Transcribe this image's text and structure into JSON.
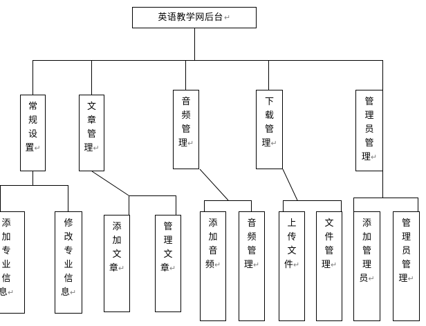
{
  "diagram": {
    "type": "organization-chart",
    "title": "英语教学网后台",
    "pilcrow": "↵",
    "root": {
      "label": "英语教学网后台",
      "chars": [
        "英",
        "语",
        "教",
        "学",
        "网",
        "后",
        "台"
      ]
    },
    "level2": [
      {
        "id": "general-settings",
        "label": "常规设置",
        "chars": [
          "常",
          "规",
          "设",
          "置"
        ]
      },
      {
        "id": "article-manage",
        "label": "文章管理",
        "chars": [
          "文",
          "章",
          "管",
          "理"
        ]
      },
      {
        "id": "audio-manage",
        "label": "音频管理",
        "chars": [
          "音",
          "频",
          "管",
          "理"
        ]
      },
      {
        "id": "download-manage",
        "label": "下载管理",
        "chars": [
          "下",
          "载",
          "管",
          "理"
        ]
      },
      {
        "id": "admin-manage",
        "label": "管理员管理",
        "chars": [
          "管",
          "理",
          "员",
          "管",
          "理"
        ]
      }
    ],
    "level3": [
      {
        "id": "add-major-info",
        "parent": "general-settings",
        "label": "添加专业信息",
        "chars": [
          "添",
          "加",
          "专",
          "业",
          "信",
          "息"
        ]
      },
      {
        "id": "edit-major-info",
        "parent": "general-settings",
        "label": "修改专业信息",
        "chars": [
          "修",
          "改",
          "专",
          "业",
          "信",
          "息"
        ]
      },
      {
        "id": "add-article",
        "parent": "article-manage",
        "label": "添加文章",
        "chars": [
          "添",
          "加",
          "文",
          "章"
        ]
      },
      {
        "id": "manage-article",
        "parent": "article-manage",
        "label": "管理文章",
        "chars": [
          "管",
          "理",
          "文",
          "章"
        ]
      },
      {
        "id": "add-audio",
        "parent": "audio-manage",
        "label": "添加音频",
        "chars": [
          "添",
          "加",
          "音",
          "频"
        ]
      },
      {
        "id": "audio-manage-sub",
        "parent": "audio-manage",
        "label": "音频管理",
        "chars": [
          "音",
          "频",
          "管",
          "理"
        ]
      },
      {
        "id": "upload-file",
        "parent": "download-manage",
        "label": "上传文件",
        "chars": [
          "上",
          "传",
          "文",
          "件"
        ]
      },
      {
        "id": "file-manage",
        "parent": "download-manage",
        "label": "文件管理",
        "chars": [
          "文",
          "件",
          "管",
          "理"
        ]
      },
      {
        "id": "add-admin",
        "parent": "admin-manage",
        "label": "添加管理员",
        "chars": [
          "添",
          "加",
          "管",
          "理",
          "员"
        ]
      },
      {
        "id": "admin-manage-sub",
        "parent": "admin-manage",
        "label": "管理员管理",
        "chars": [
          "管",
          "理",
          "员",
          "管",
          "理"
        ]
      }
    ],
    "colors": {
      "line": "#000000",
      "background": "#ffffff",
      "text": "#000000",
      "pilcrow": "#808080"
    }
  }
}
